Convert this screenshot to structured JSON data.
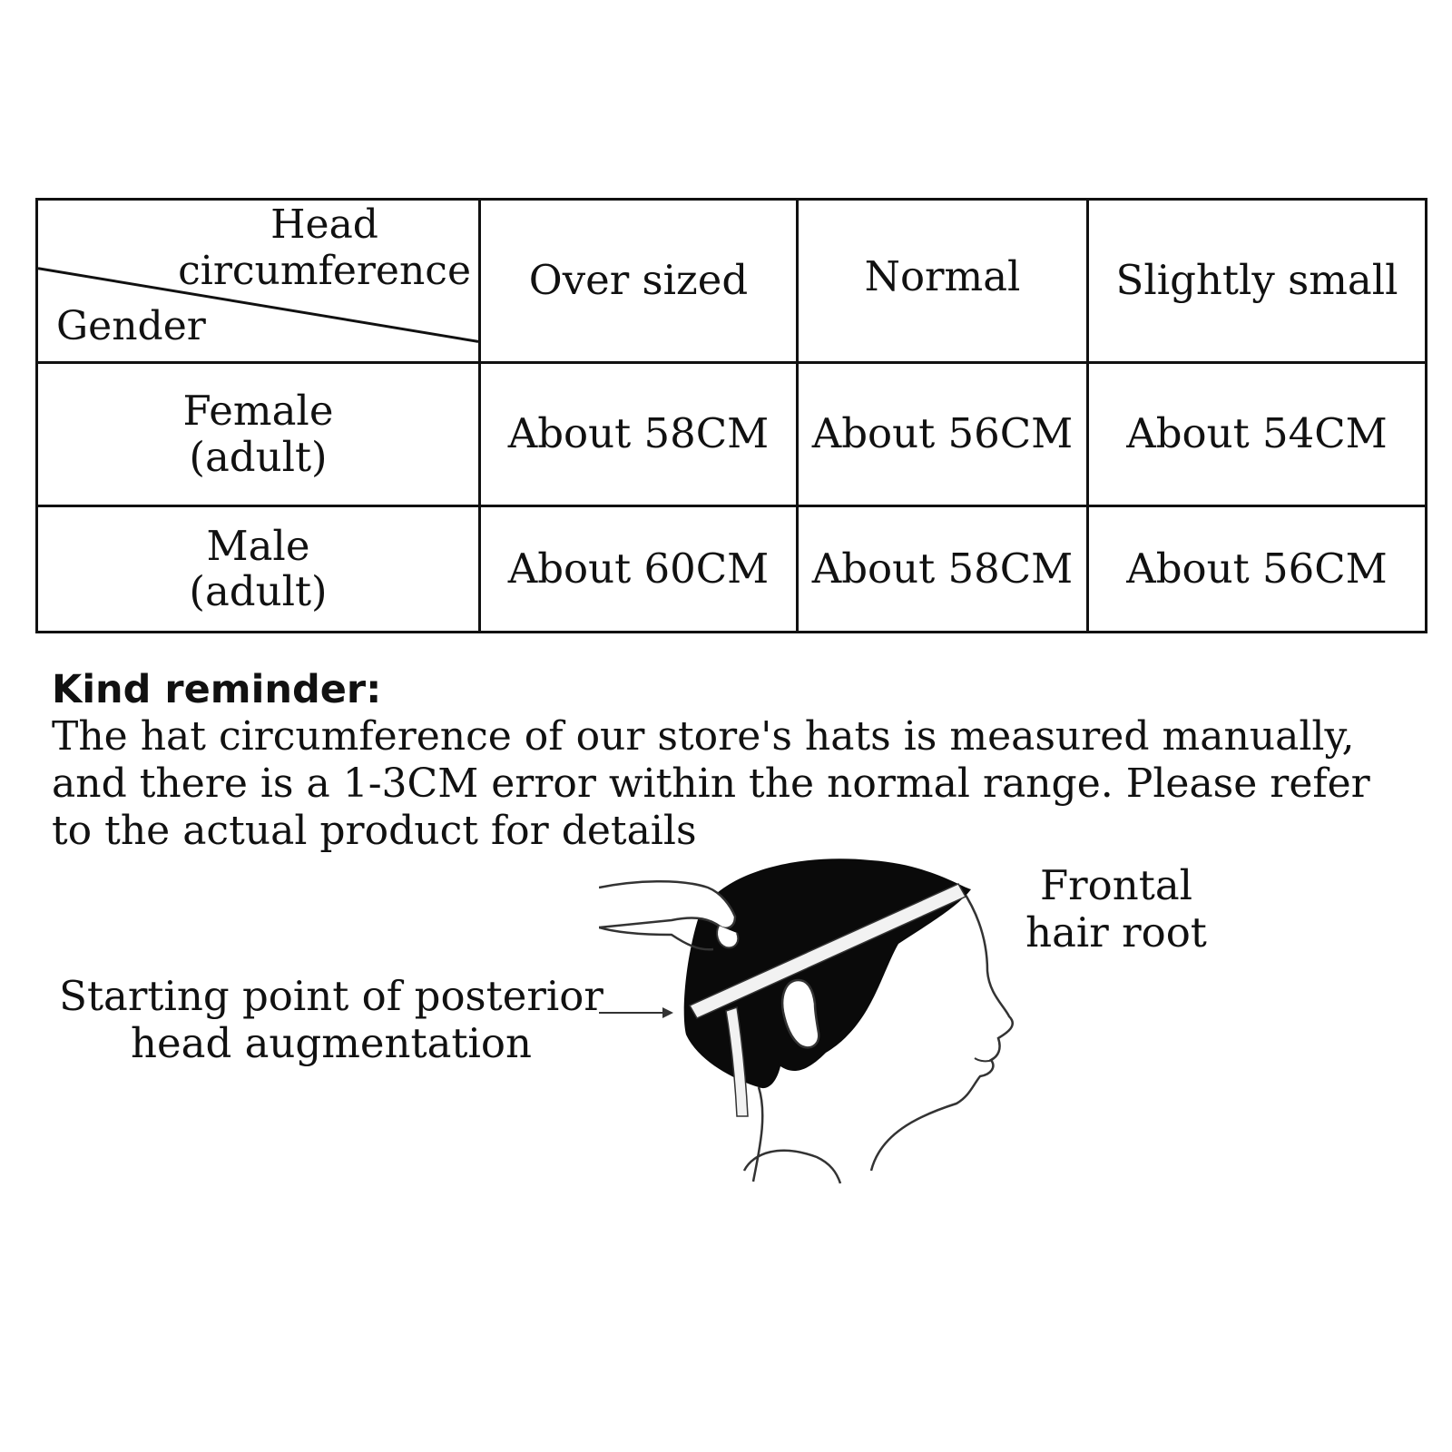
{
  "table": {
    "corner_top": "Head\ncircumference",
    "corner_bottom": "Gender",
    "columns": [
      "Over sized",
      "Normal",
      "Slightly small"
    ],
    "rows": [
      {
        "label": "Female\n(adult)",
        "values": [
          "About 58CM",
          "About 56CM",
          "About 54CM"
        ]
      },
      {
        "label": "Male\n(adult)",
        "values": [
          "About 60CM",
          "About 58CM",
          "About 56CM"
        ]
      }
    ]
  },
  "reminder": {
    "title": "Kind reminder:",
    "body": "The hat circumference of our store's hats is measured manually, and there is a 1-3CM error within the normal range. Please refer to the actual product for details"
  },
  "illustration": {
    "label_frontal": "Frontal\nhair root",
    "label_posterior": "Starting point of posterior\nhead augmentation"
  },
  "colors": {
    "text": "#111111",
    "background": "#ffffff",
    "hair": "#0a0a0a"
  }
}
